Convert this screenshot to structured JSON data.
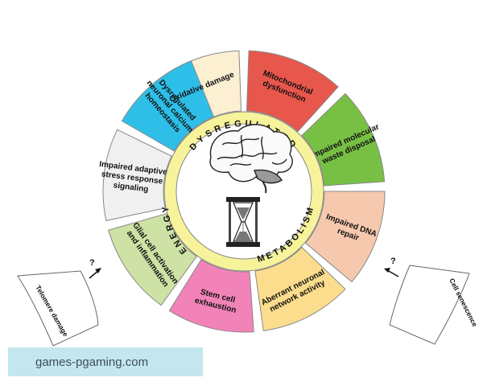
{
  "ring": {
    "title_top": "DYSREGULATED",
    "title_left": "ENERGY",
    "title_bottom_right": "METABOLISM"
  },
  "segments": [
    {
      "lines": [
        "Oxidative damage"
      ],
      "color": "#fcefd2"
    },
    {
      "lines": [
        "Mitochondrial",
        "dysfunction"
      ],
      "color": "#e8574c"
    },
    {
      "lines": [
        "Impaired molecular",
        "waste disposal"
      ],
      "color": "#78c044"
    },
    {
      "lines": [
        "Impaired DNA",
        "repair"
      ],
      "color": "#f6c9ae"
    },
    {
      "lines": [
        "Aberrant neuronal",
        "network activity"
      ],
      "color": "#fbdd8d"
    },
    {
      "lines": [
        "Stem cell",
        "exhaustion"
      ],
      "color": "#f283b8"
    },
    {
      "lines": [
        "Glial cell activation",
        "and inflammation"
      ],
      "color": "#cde2a4"
    },
    {
      "lines": [
        "Impaired adaptive",
        "stress response",
        "signaling"
      ],
      "color": "#f0f0f0"
    },
    {
      "lines": [
        "Dysregulated",
        "neuronal calcium",
        "homeostasis"
      ],
      "color": "#2ebfe8"
    }
  ],
  "side": {
    "left_label": "Telomere damage",
    "right_label": "Cell senescence",
    "question_mark": "?"
  },
  "watermark": "games-pgaming.com",
  "icons": [
    "brain-icon",
    "hourglass-icon",
    "arrow-icon"
  ]
}
